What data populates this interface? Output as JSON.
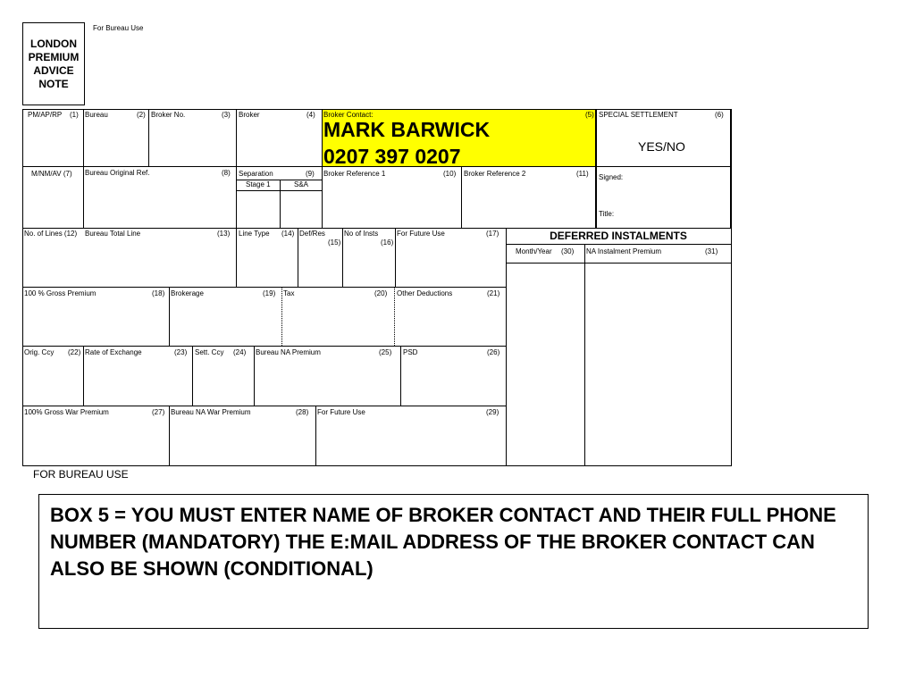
{
  "header": {
    "bureau_use_top": "For Bureau Use",
    "title": "LONDON\nPREMIUM\nADVICE\nNOTE"
  },
  "row1": {
    "pmaprp": "PM/AP/RP",
    "pmaprp_n": "(1)",
    "bureau": "Bureau",
    "bureau_n": "(2)",
    "broker_no": "Broker No.",
    "broker_no_n": "(3)",
    "broker": "Broker",
    "broker_n": "(4)",
    "broker_contact": "Broker Contact:",
    "broker_contact_n": "(5)",
    "contact_name": "MARK BARWICK",
    "contact_phone": "0207 397 0207",
    "special_settlement": "SPECIAL SETTLEMENT",
    "special_settlement_n": "(6)",
    "yes_no": "YES/NO",
    "signed": "Signed:",
    "title_field": "Title:"
  },
  "row2": {
    "mnmav": "M/NM/AV (7)",
    "bureau_original_ref": "Bureau Original Ref.",
    "bureau_original_ref_n": "(8)",
    "separation": "Separation",
    "separation_n": "(9)",
    "stage1": "Stage 1",
    "sa": "S&A",
    "broker_ref1": "Broker Reference 1",
    "broker_ref1_n": "(10)",
    "broker_ref2": "Broker Reference 2",
    "broker_ref2_n": "(11)"
  },
  "row3": {
    "no_of_lines": "No. of Lines (12)",
    "bureau_total_line": "Bureau Total Line",
    "bureau_total_line_n": "(13)",
    "line_type": "Line Type",
    "line_type_n": "(14)",
    "def_res": "Def/Res",
    "def_res_n": "(15)",
    "no_of_insts": "No of Insts",
    "no_of_insts_n": "(16)",
    "for_future_use": "For Future Use",
    "for_future_use_n": "(17)",
    "deferred_instalments": "DEFERRED INSTALMENTS",
    "month_year": "Month/Year",
    "month_year_n": "(30)",
    "na_instalment_premium": "NA Instalment Premium",
    "na_instalment_premium_n": "(31)"
  },
  "row4": {
    "gross_premium": "100 % Gross Premium",
    "gross_premium_n": "(18)",
    "brokerage": "Brokerage",
    "brokerage_n": "(19)",
    "tax": "Tax",
    "tax_n": "(20)",
    "other_deductions": "Other Deductions",
    "other_deductions_n": "(21)"
  },
  "row5": {
    "orig_ccy": "Orig. Ccy",
    "orig_ccy_n": "(22)",
    "rate_of_exchange": "Rate of Exchange",
    "rate_of_exchange_n": "(23)",
    "sett_ccy": "Sett. Ccy",
    "sett_ccy_n": "(24)",
    "bureau_na_premium": "Bureau NA Premium",
    "bureau_na_premium_n": "(25)",
    "psd": "PSD",
    "psd_n": "(26)"
  },
  "row6": {
    "gross_war_premium": "100% Gross War Premium",
    "gross_war_premium_n": "(27)",
    "bureau_na_war_premium": "Bureau NA War Premium",
    "bureau_na_war_premium_n": "(28)",
    "for_future_use": "For Future Use",
    "for_future_use_n": "(29)"
  },
  "footer": {
    "for_bureau_use": "FOR BUREAU USE",
    "note": "BOX 5 = YOU MUST ENTER NAME OF BROKER CONTACT AND THEIR FULL PHONE NUMBER (MANDATORY) THE E:MAIL ADDRESS OF THE BROKER CONTACT CAN ALSO BE SHOWN (CONDITIONAL)"
  },
  "colors": {
    "highlight": "#ffff00"
  }
}
